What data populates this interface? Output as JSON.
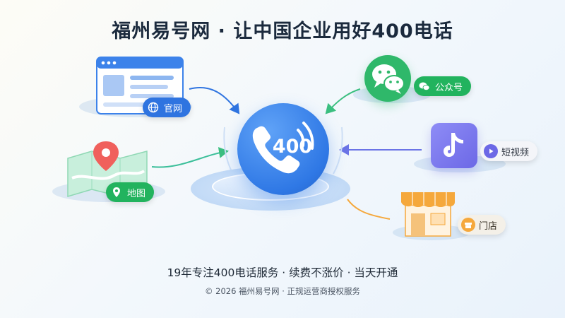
{
  "title": "福州易号网 · 让中国企业用好400电话",
  "center": {
    "number": "400"
  },
  "channels": {
    "website": {
      "label": "官网",
      "icon": "globe-icon"
    },
    "map": {
      "label": "地图",
      "icon": "map-pin-icon"
    },
    "wechat": {
      "label": "公众号",
      "icon": "wechat-icon"
    },
    "douyin": {
      "label": "短视频",
      "icon": "play-icon"
    },
    "store": {
      "label": "门店",
      "icon": "shop-icon"
    }
  },
  "footer": {
    "tagline": "19年专注400电话服务 · 续费不涨价 · 当天开通",
    "copyright": "© 2026 福州易号网 · 正规运营商授权服务"
  },
  "colors": {
    "blue": "#2f74e0",
    "green": "#22b35e",
    "purple": "#7b78ee",
    "orange": "#f5a83c"
  }
}
